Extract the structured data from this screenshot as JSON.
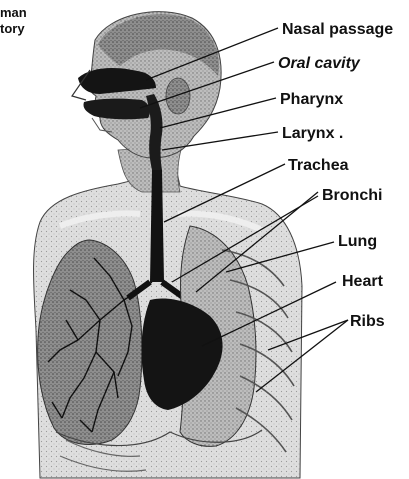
{
  "title_fragment": {
    "line1": "man",
    "line2": "tory"
  },
  "labels": [
    {
      "id": "nasal-passage",
      "text": "Nasal passage"
    },
    {
      "id": "oral-cavity",
      "text": "Oral cavity"
    },
    {
      "id": "pharynx",
      "text": "Pharynx"
    },
    {
      "id": "larynx",
      "text": "Larynx ."
    },
    {
      "id": "trachea",
      "text": "Trachea"
    },
    {
      "id": "bronchi",
      "text": "Bronchi"
    },
    {
      "id": "lung",
      "text": "Lung"
    },
    {
      "id": "heart",
      "text": "Heart"
    },
    {
      "id": "ribs",
      "text": "Ribs"
    }
  ],
  "colors": {
    "ink": "#111111",
    "shade": "#9a9a9a",
    "light": "#d9d9d9",
    "airway": "#121212"
  }
}
